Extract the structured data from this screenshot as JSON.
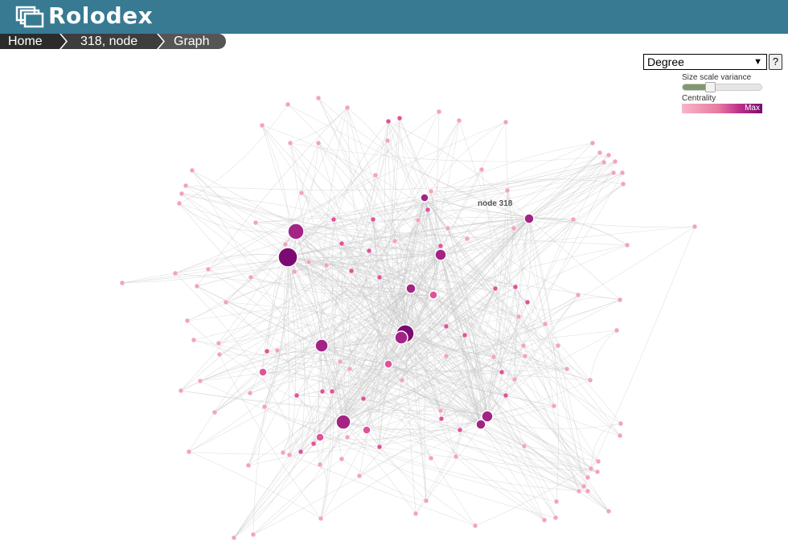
{
  "header": {
    "brand": "Rolodex",
    "color": "#377a92"
  },
  "breadcrumb": {
    "items": [
      "Home",
      "318, node",
      "Graph"
    ]
  },
  "controls": {
    "metric_selected": "Degree",
    "help_label": "?",
    "size_scale_label": "Size scale variance",
    "size_scale_value": 0.33,
    "centrality_label": "Centrality",
    "centrality_max_label": "Max"
  },
  "graph": {
    "node_label": "node 318",
    "node_colors": {
      "low": "#f4a3bd",
      "mid": "#e0529a",
      "high": "#a32485",
      "max": "#7d0a72"
    },
    "edge_color": "#c8c8c8"
  }
}
